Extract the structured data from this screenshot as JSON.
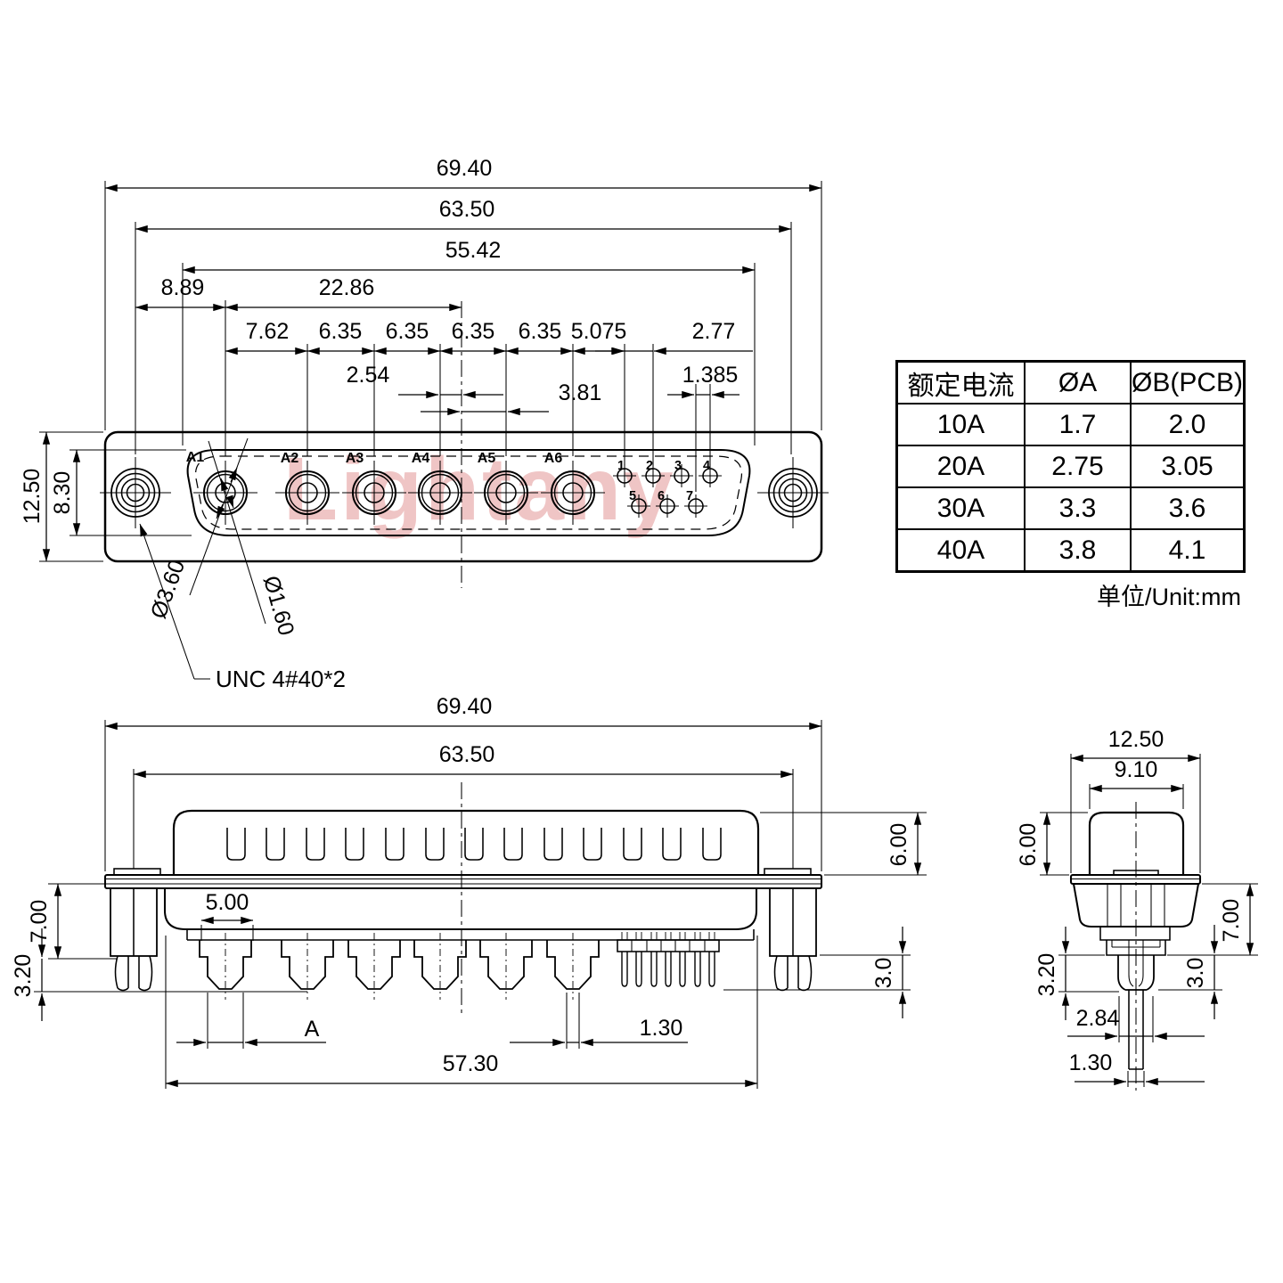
{
  "watermark": {
    "text": "Lightany"
  },
  "dims": {
    "v6940": "69.40",
    "v6350": "63.50",
    "v5542": "55.42",
    "v889": "8.89",
    "v2286": "22.86",
    "v762": "7.62",
    "v635": "6.35",
    "v5075": "5.075",
    "v277": "2.77",
    "v254": "2.54",
    "v381": "3.81",
    "v1385": "1.385",
    "v1250": "12.50",
    "v830": "8.30",
    "v360": "Ø3.60",
    "v160": "Ø1.60",
    "unc": "UNC 4#40*2",
    "v500": "5.00",
    "v700": "7.00",
    "v320": "3.20",
    "v600": "6.00",
    "v30": "3.0",
    "vA": "A",
    "v130": "1.30",
    "v5730": "57.30",
    "v910": "9.10",
    "v284": "2.84"
  },
  "pins": {
    "a": [
      "A1",
      "A2",
      "A3",
      "A4",
      "A5",
      "A6"
    ],
    "s": [
      "1",
      "2",
      "3",
      "4",
      "5",
      "6",
      "7"
    ]
  },
  "table": {
    "headers": [
      "额定电流",
      "ØA",
      "ØB(PCB)"
    ],
    "rows": [
      [
        "10A",
        "1.7",
        "2.0"
      ],
      [
        "20A",
        "2.75",
        "3.05"
      ],
      [
        "30A",
        "3.3",
        "3.6"
      ],
      [
        "40A",
        "3.8",
        "4.1"
      ]
    ],
    "unit": "单位/Unit:mm"
  }
}
